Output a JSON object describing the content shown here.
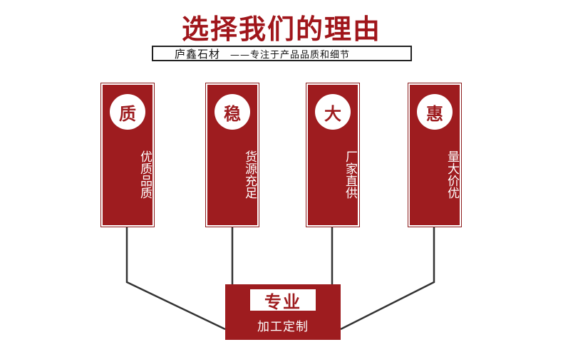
{
  "title": "选择我们的理由",
  "subtitle": {
    "brand": "庐鑫石材",
    "slogan": "——专注于产品品质和细节"
  },
  "colors": {
    "primary": "#9e1c1f",
    "title": "#a0161b",
    "line": "#333333"
  },
  "cards": [
    {
      "char": "质",
      "text": "优质品质"
    },
    {
      "char": "稳",
      "text": "货源充足"
    },
    {
      "char": "大",
      "text": "厂家直供"
    },
    {
      "char": "惠",
      "text": "量大价优"
    }
  ],
  "bottom": {
    "heading": "专业",
    "text": "加工定制"
  }
}
